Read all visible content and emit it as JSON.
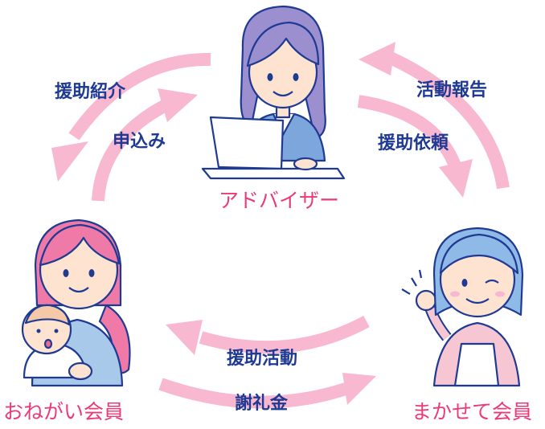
{
  "roles": {
    "advisor": "アドバイザー",
    "requester": "おねがい会員",
    "provider": "まかせて会員"
  },
  "flows": {
    "introduction": "援助紹介",
    "application": "申込み",
    "activity_report": "活動報告",
    "request": "援助依頼",
    "support_activity": "援助活動",
    "fee": "謝礼金"
  },
  "colors": {
    "arrow": "#f7b8d0",
    "label_text": "#1f3a93",
    "role_text": "#ea3a78",
    "outline": "#1f3a93",
    "advisor_hair": "#9b8fd0",
    "requester_hair": "#ef7aa8",
    "provider_hair": "#8fb9e6"
  },
  "icons": [
    "advisor-with-laptop",
    "mother-with-baby",
    "elderly-woman-wink"
  ]
}
